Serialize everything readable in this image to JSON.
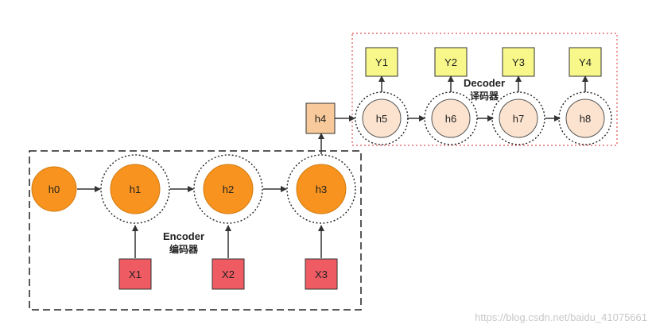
{
  "encoder": {
    "title": "Encoder",
    "subtitle": "编码器",
    "states": [
      "h0",
      "h1",
      "h2",
      "h3"
    ],
    "inputs": [
      "X1",
      "X2",
      "X3"
    ]
  },
  "context": {
    "label": "h4"
  },
  "decoder": {
    "title": "Decoder",
    "subtitle": "译码器",
    "states": [
      "h5",
      "h6",
      "h7",
      "h8"
    ],
    "outputs": [
      "Y1",
      "Y2",
      "Y3",
      "Y4"
    ]
  },
  "watermark": "https://blog.csdn.net/baidu_41075661",
  "colors": {
    "encoder_node": "#f7931e",
    "encoder_node_stroke": "#d27a10",
    "context_node": "#f8c99a",
    "decoder_node": "#fbe3cf",
    "output_box": "#f8f88a",
    "input_box": "#ee5b63",
    "encoder_border": "#222222",
    "decoder_border": "#e05050",
    "arrow": "#333333"
  }
}
